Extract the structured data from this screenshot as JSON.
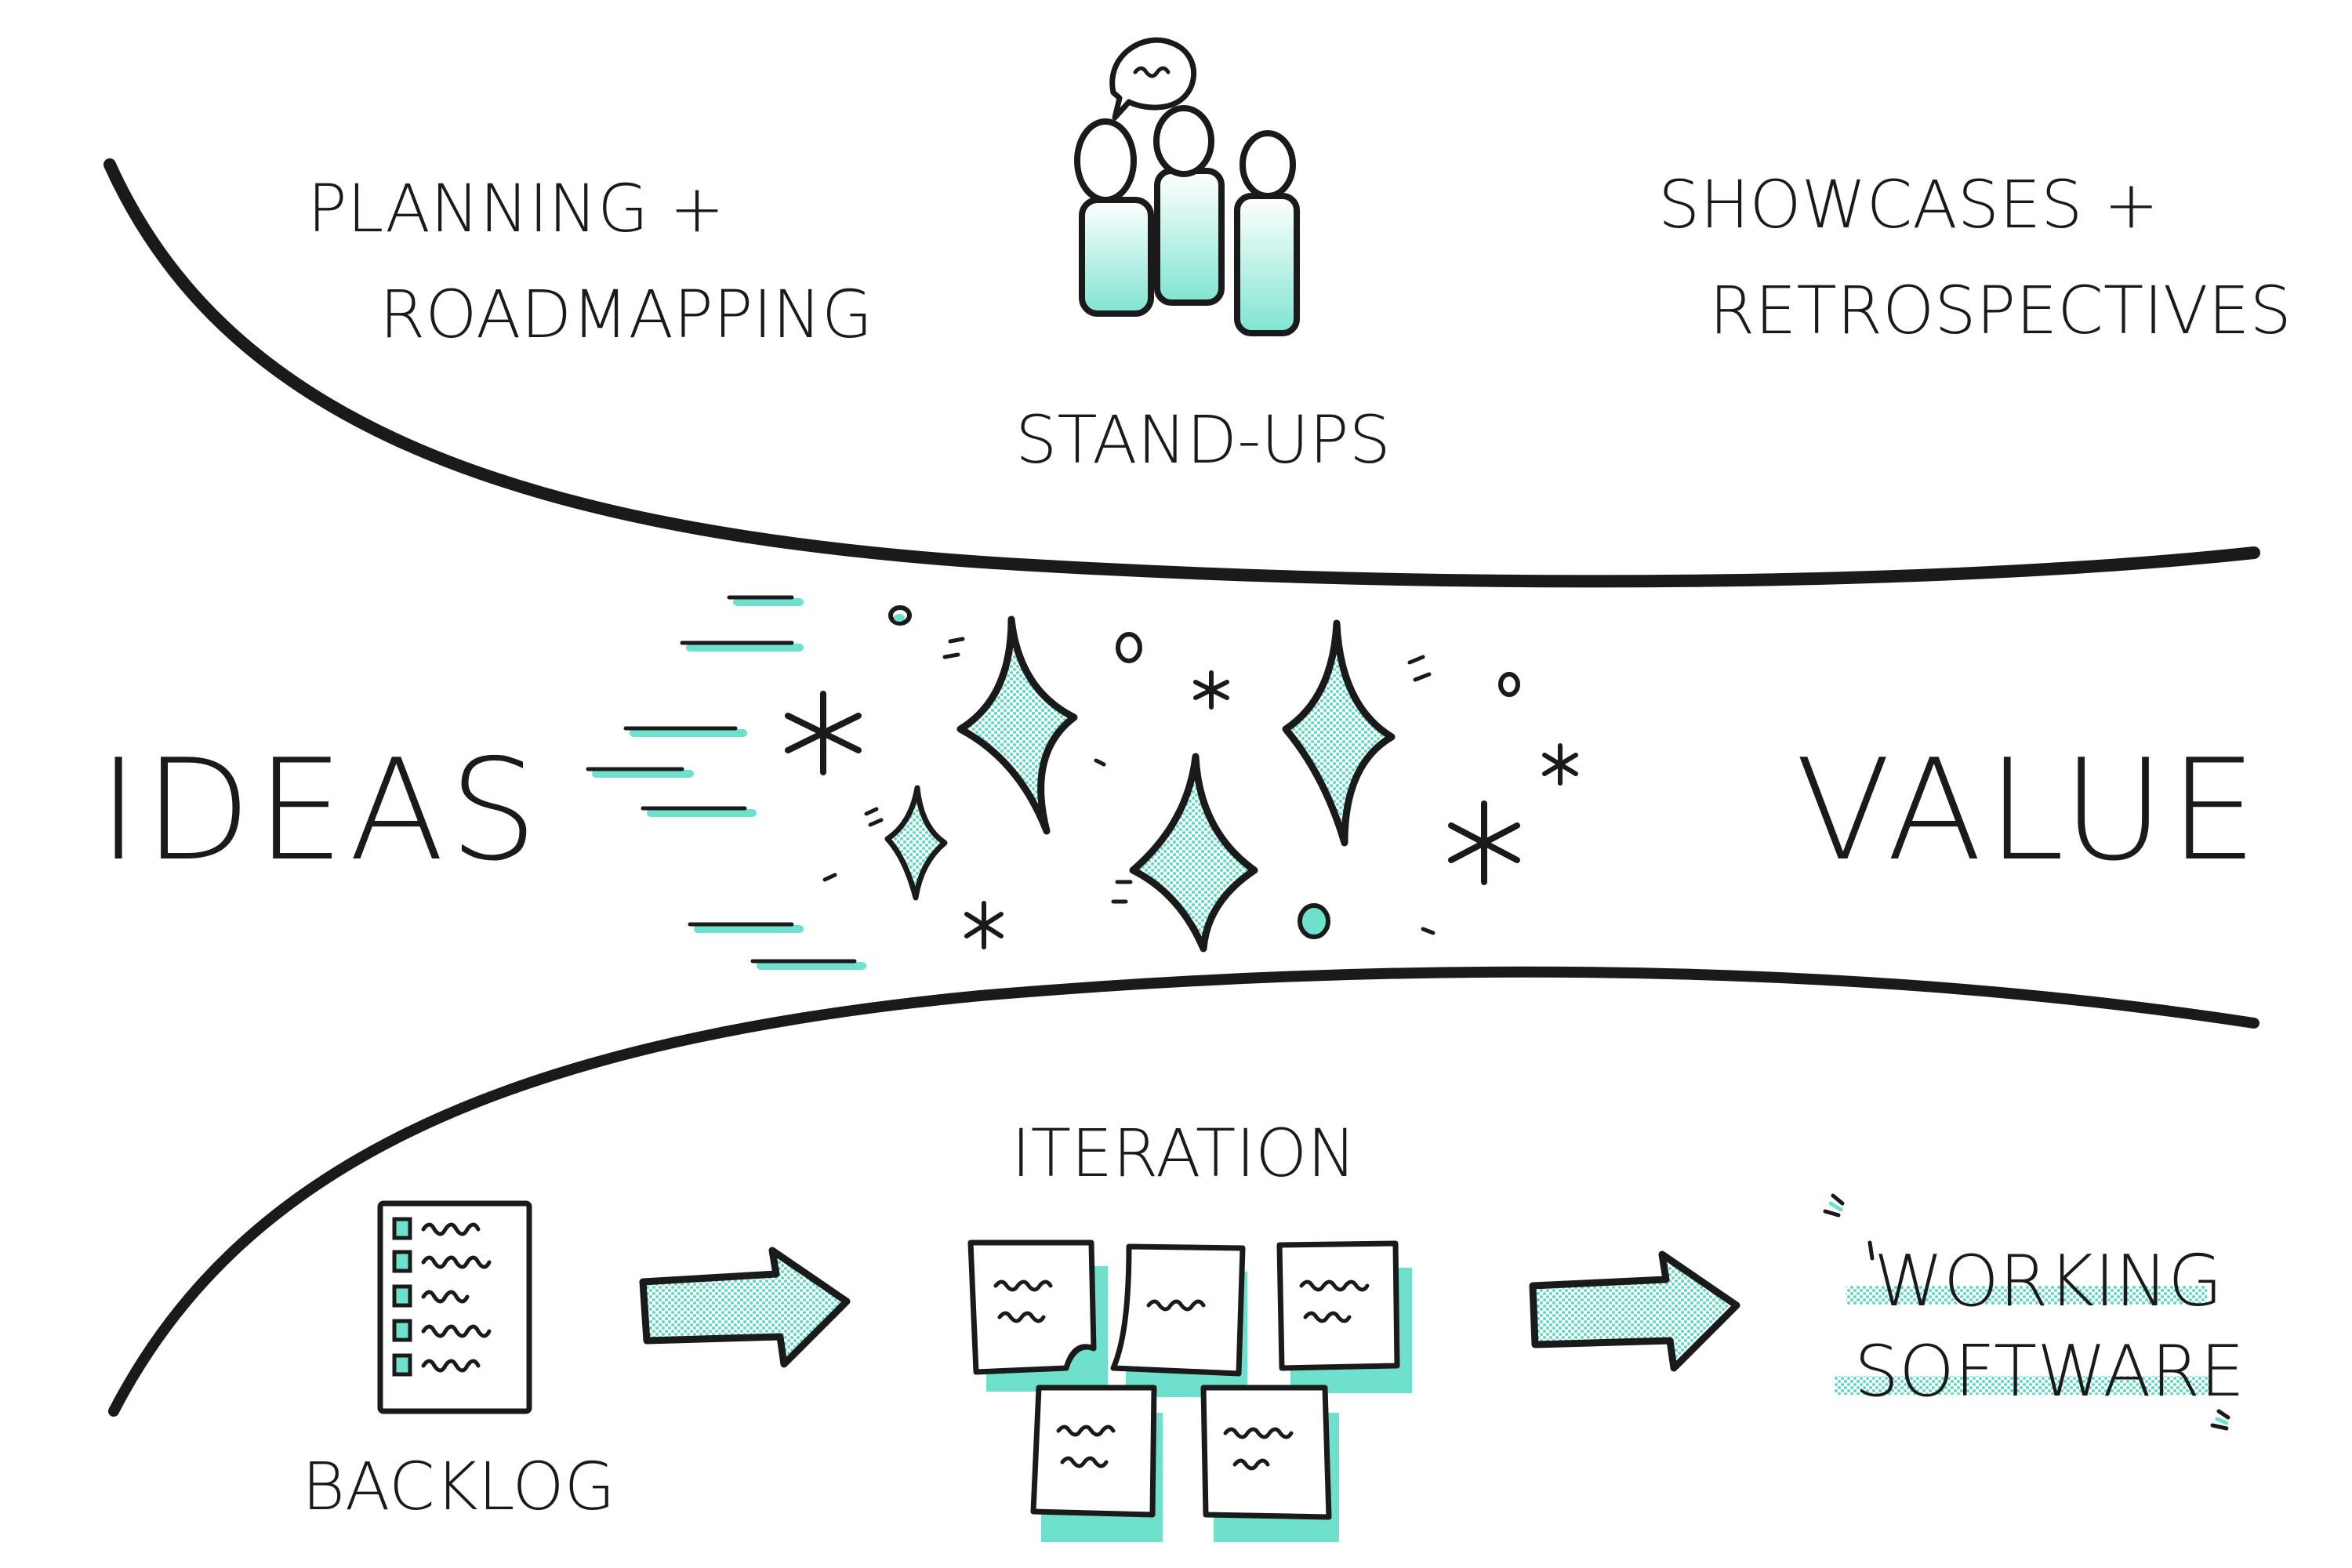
{
  "labels": {
    "planning": [
      "PLANNING +",
      "ROADMAPPING"
    ],
    "standups": "STAND-UPS",
    "showcases": [
      "SHOWCASES +",
      "RETROSPECTIVES"
    ],
    "ideas": "IDEAS",
    "value": "VALUE",
    "iteration": "ITERATION",
    "backlog": "BACKLOG",
    "working_software": [
      "WORKING",
      "SOFTWARE"
    ]
  },
  "colors": {
    "ink": "#1a1a1a",
    "accent": "#6fe0cc",
    "accent_light": "#c8f3ea",
    "background": "#ffffff"
  },
  "icons": {
    "standups": "people-talking-icon",
    "backlog": "checklist-icon",
    "iteration": "sticky-notes-icon",
    "arrows": "right-arrow-icon",
    "sparkles": "sparkle-icon"
  }
}
